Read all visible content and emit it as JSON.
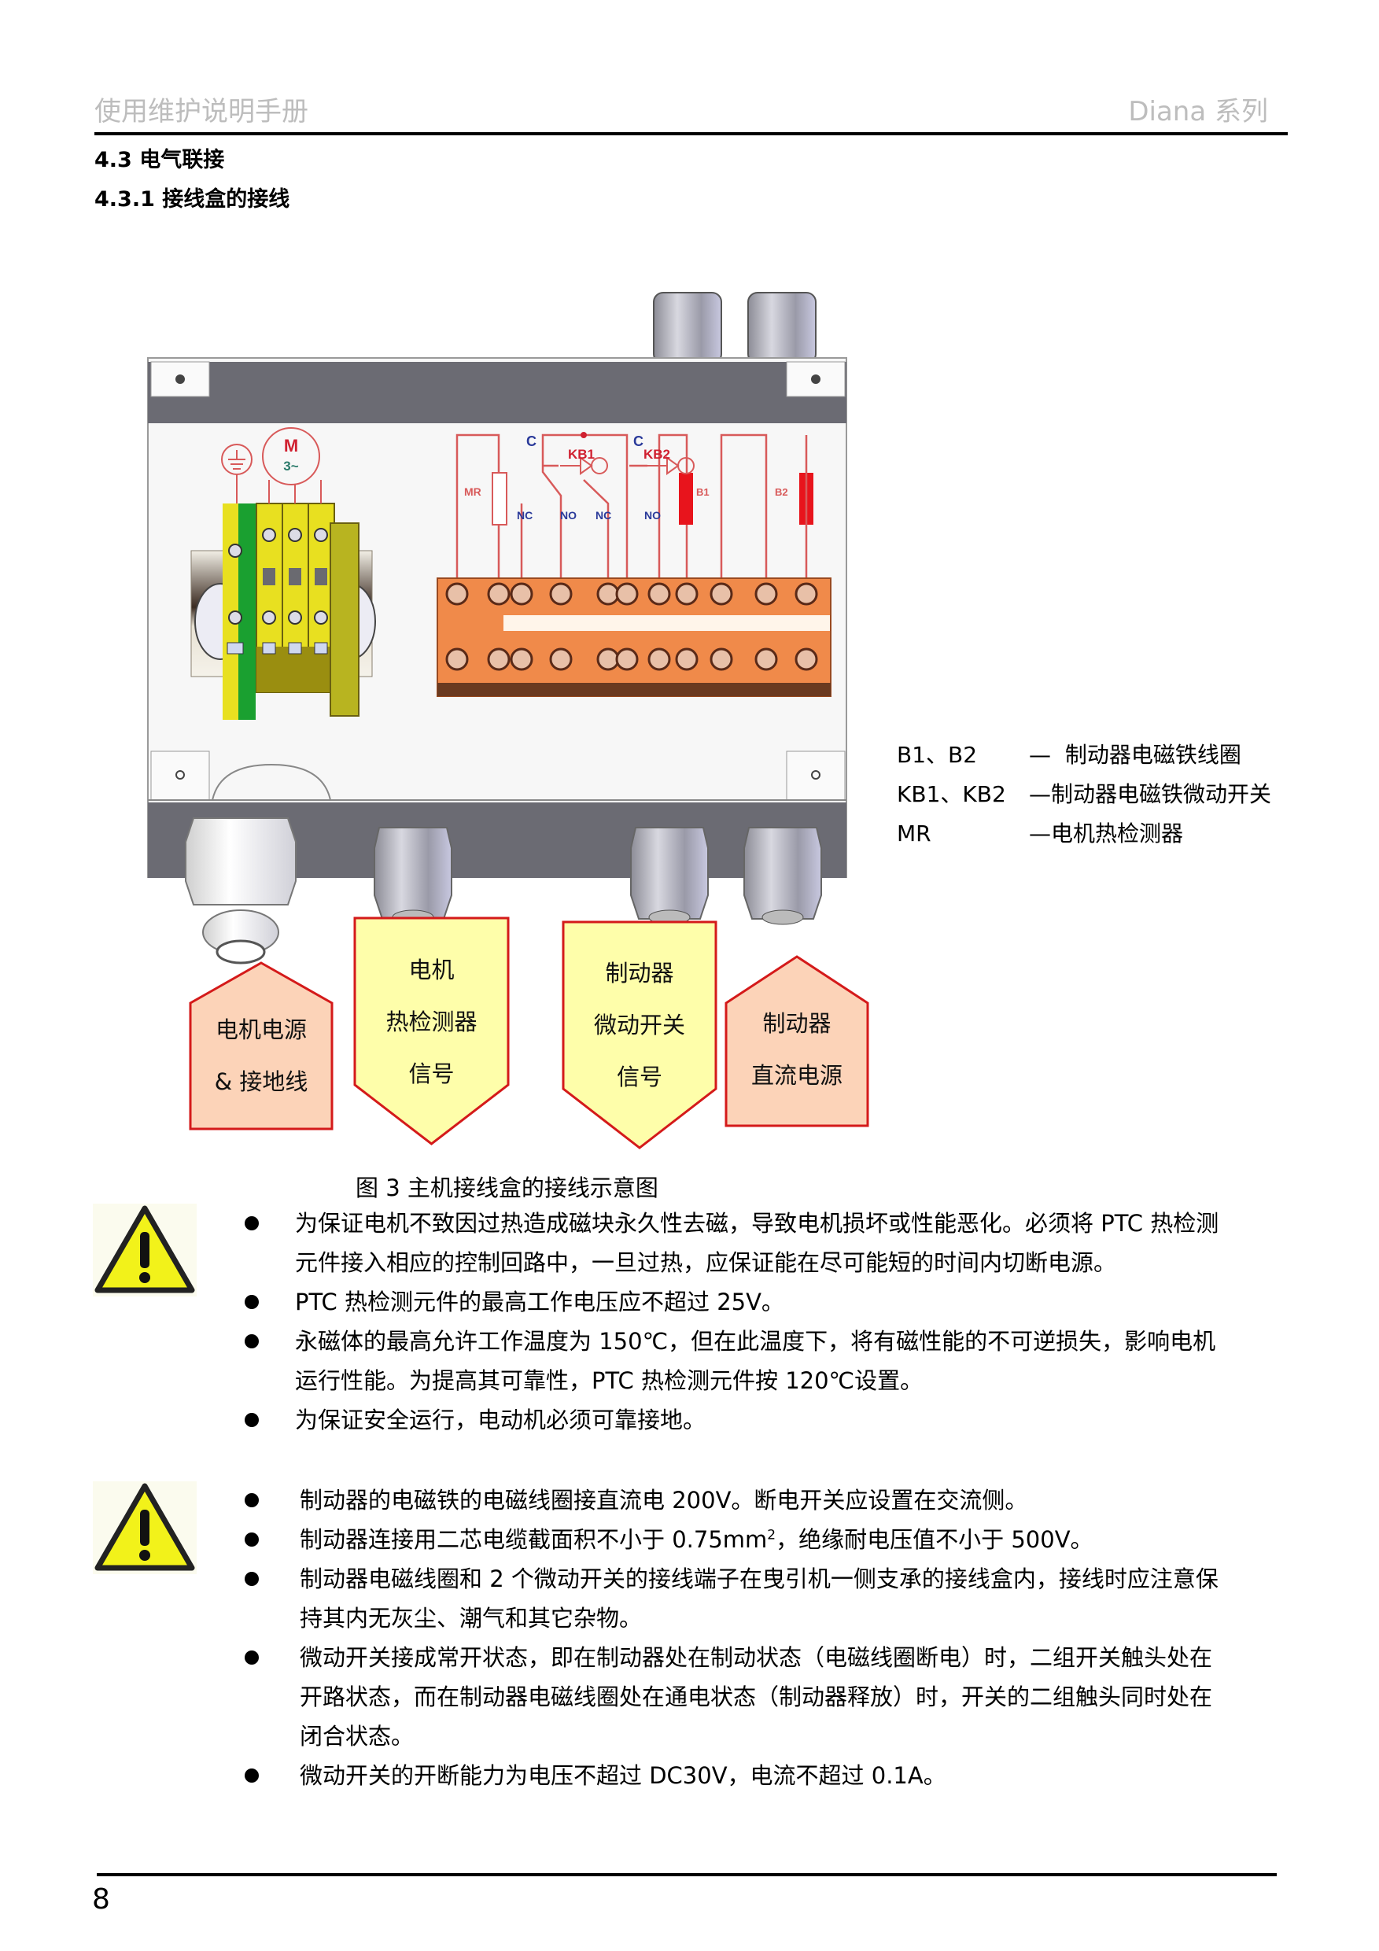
{
  "header": {
    "left": "使用维护说明手册",
    "right": "Diana 系列"
  },
  "headings": {
    "section": "4.3  电气联接",
    "subsection": "4.3.1  接线盒的接线"
  },
  "diagram": {
    "labels": {
      "motor_symbol_top": "M",
      "motor_symbol_bottom": "3~",
      "c1": "C",
      "c2": "C",
      "kb1": "KB1",
      "kb2": "KB2",
      "mr": "MR",
      "nc1": "NC",
      "no1": "NO",
      "nc2": "NC",
      "no2": "NO",
      "b1": "B1",
      "b2": "B2"
    },
    "colors": {
      "wire": "#d85a5a",
      "coil": "#e8141c",
      "contact_label": "#2a3a9a",
      "plate": "#6b6b73",
      "terminal_orange": "#f08a4a",
      "terminal_yellow": "#e8e020",
      "terminal_green": "#1aa030"
    },
    "callouts": [
      {
        "lines": [
          "电机电源",
          "&  接地线"
        ],
        "fill": "#fcd3b8",
        "direction": "up"
      },
      {
        "lines": [
          "电机",
          "热检测器",
          "信号"
        ],
        "fill": "#fefeaa",
        "direction": "down"
      },
      {
        "lines": [
          "制动器",
          "微动开关",
          "信号"
        ],
        "fill": "#fefeaa",
        "direction": "down"
      },
      {
        "lines": [
          "制动器",
          "直流电源"
        ],
        "fill": "#fcd3b8",
        "direction": "up"
      }
    ],
    "callout_border": "#d41a1a"
  },
  "legend": [
    {
      "key": "B1、B2",
      "sep": "—",
      "desc": "制动器电磁铁线圈"
    },
    {
      "key": "KB1、KB2",
      "sep": "—",
      "desc": "制动器电磁铁微动开关"
    },
    {
      "key": "MR",
      "sep": "—",
      "desc": "电机热检测器"
    }
  ],
  "caption": "图 3    主机接线盒的接线示意图",
  "warnings": [
    {
      "icon": "warning-triangle-icon",
      "items": [
        [
          "为保证电机不致因过热造成磁块永久性去磁，导致电机损坏或性能恶化。必须将 PTC 热检测",
          "元件接入相应的控制回路中，一旦过热，应保证能在尽可能短的时间内切断电源。"
        ],
        [
          "PTC 热检测元件的最高工作电压应不超过 25V。"
        ],
        [
          "永磁体的最高允许工作温度为 150℃，但在此温度下，将有磁性能的不可逆损失，影响电机",
          "运行性能。为提高其可靠性，PTC 热检测元件按 120℃设置。"
        ],
        [
          "为保证安全运行，电动机必须可靠接地。"
        ]
      ]
    },
    {
      "icon": "warning-triangle-icon",
      "items": [
        [
          "制动器的电磁铁的电磁线圈接直流电 200V。断电开关应设置在交流侧。"
        ],
        [
          "制动器连接用二芯电缆截面积不小于 0.75mm",
          "2",
          "，绝缘耐电压值不小于 500V。"
        ],
        [
          "制动器电磁线圈和 2 个微动开关的接线端子在曳引机一侧支承的接线盒内，接线时应注意保",
          "持其内无灰尘、潮气和其它杂物。"
        ],
        [
          "微动开关接成常开状态，即在制动器处在制动状态（电磁线圈断电）时，二组开关触头处在",
          "开路状态，而在制动器电磁线圈处在通电状态（制动器释放）时，开关的二组触头同时处在",
          "闭合状态。"
        ],
        [
          "微动开关的开断能力为电压不超过 DC30V，电流不超过 0.1A。"
        ]
      ]
    }
  ],
  "footer": {
    "page_number": "8"
  }
}
